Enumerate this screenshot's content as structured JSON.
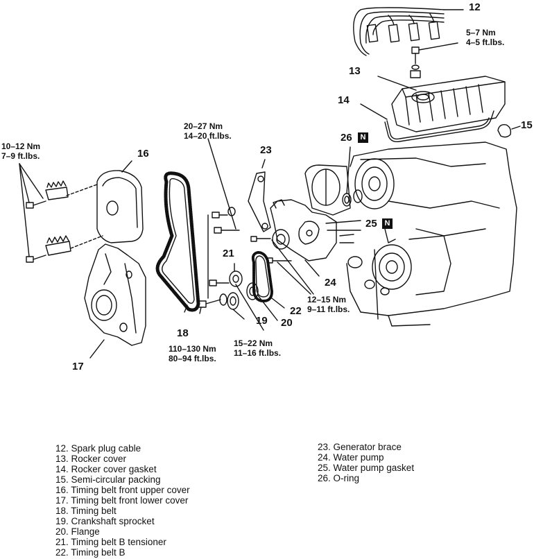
{
  "callouts": {
    "c12": "12",
    "c13": "13",
    "c14": "14",
    "c15": "15",
    "c16": "16",
    "c17": "17",
    "c18": "18",
    "c19": "19",
    "c20": "20",
    "c21": "21",
    "c22": "22",
    "c23": "23",
    "c24": "24",
    "c25": "25",
    "c26": "26",
    "n_tag": "N"
  },
  "torques": {
    "t_5_7": {
      "nm": "5–7  Nm",
      "ftlbs": "4–5  ft.lbs."
    },
    "t_10_12": {
      "nm": "10–12  Nm",
      "ftlbs": "7–9  ft.lbs."
    },
    "t_20_27": {
      "nm": "20–27  Nm",
      "ftlbs": "14–20  ft.lbs."
    },
    "t_12_15": {
      "nm": "12–15  Nm",
      "ftlbs": "9–11  ft.lbs."
    },
    "t_110_130": {
      "nm": "110–130  Nm",
      "ftlbs": "80–94  ft.lbs."
    },
    "t_15_22": {
      "nm": "15–22  Nm",
      "ftlbs": "11–16  ft.lbs."
    }
  },
  "legend_left": [
    "12.  Spark plug cable",
    "13.  Rocker cover",
    "14.  Rocker cover gasket",
    "15.  Semi-circular packing",
    "16.  Timing belt front upper cover",
    "17.  Timing belt front lower cover",
    "18.  Timing belt",
    "19.  Crankshaft sprocket",
    "20.  Flange",
    "21.  Timing belt B tensioner",
    "22.  Timing belt B"
  ],
  "legend_right": [
    "23.  Generator brace",
    "24.  Water pump",
    "25.  Water pump gasket",
    "26.  O-ring"
  ]
}
